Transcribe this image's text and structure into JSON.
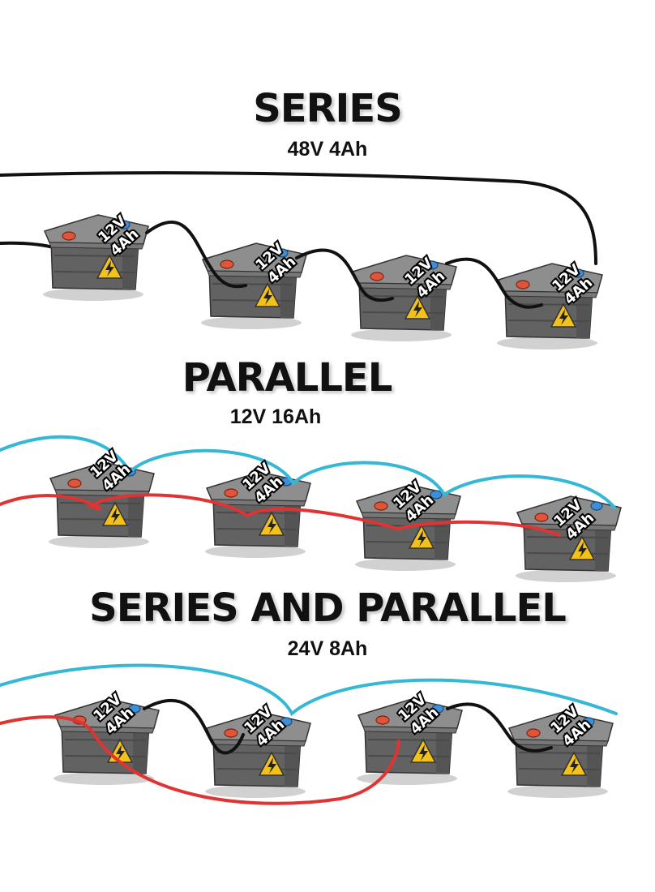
{
  "sections": [
    {
      "title": "SERIES",
      "subtitle": "48V 4Ah"
    },
    {
      "title": "PARALLEL",
      "subtitle": "12V 16Ah"
    },
    {
      "title": "SERIES AND PARALLEL",
      "subtitle": "24V 8Ah"
    }
  ],
  "battery": {
    "voltage": "12V",
    "capacity": "4Ah"
  },
  "colors": {
    "positive_wire": "#e03333",
    "negative_wire": "#35b8d6",
    "series_wire": "#111111",
    "battery_body": "#6b6b6b",
    "battery_top": "#8f8f8f",
    "warning": "#f2c21b"
  },
  "icons": [
    "lightning-warning-icon"
  ]
}
